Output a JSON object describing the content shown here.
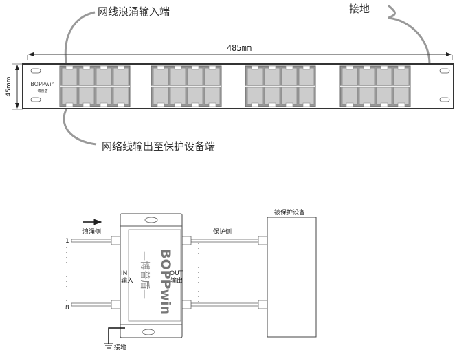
{
  "panel": {
    "input_label": "网线浪涌输入端",
    "ground_label": "接地",
    "output_label": "网络线输出至保护设备端",
    "width_dim": "485mm",
    "height_dim": "45mm",
    "logo_text": "BOPPwin",
    "logo_sub": "博普盾"
  },
  "wiring": {
    "surge_side": "浪涌侧",
    "protect_side": "保护侧",
    "device_label": "被保护设备",
    "line_first": "1",
    "line_last": "8",
    "in_en": "IN",
    "in_cn": "输入",
    "out_en": "OUT",
    "out_cn": "输出",
    "logo_text": "BOPPwin",
    "logo_sub": "—博普盾—",
    "ground_label": "接地"
  }
}
